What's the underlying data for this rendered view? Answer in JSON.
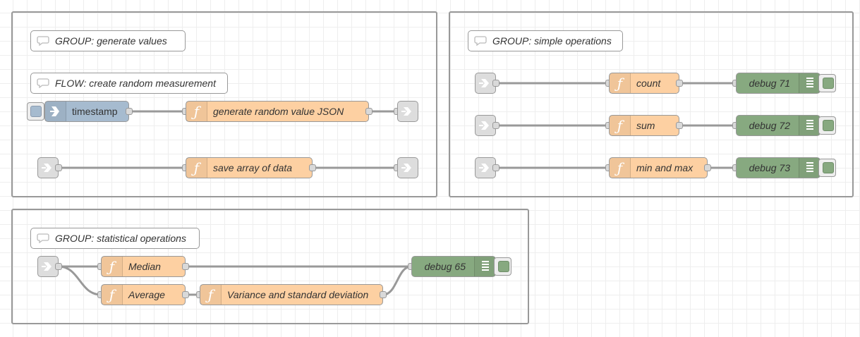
{
  "canvas": {
    "background": "#ffffff",
    "grid_color": "#eeeeee"
  },
  "colors": {
    "inject": "#a6bbcf",
    "function": "#fdd0a2",
    "debug": "#87a980",
    "link": "#dddddd",
    "wire": "#999999",
    "group_border": "#999999"
  },
  "comments": {
    "generate": "GROUP: generate values",
    "flow": "FLOW: create random measurement",
    "simple": "GROUP: simple operations",
    "statistical": "GROUP: statistical operations"
  },
  "nodes": {
    "timestamp": "timestamp",
    "gen_json": "generate random value JSON",
    "save_array": "save array of data",
    "count": "count",
    "sum": "sum",
    "minmax": "min and max",
    "debug71": "debug 71",
    "debug72": "debug 72",
    "debug73": "debug 73",
    "median": "Median",
    "average": "Average",
    "variance": "Variance and standard deviation",
    "debug65": "debug 65"
  },
  "icons": {
    "comment": "speech-bubble-icon",
    "inject": "inject-arrow-icon",
    "function": "function-f-icon",
    "debug": "debug-list-icon",
    "link": "link-arrow-icon"
  }
}
